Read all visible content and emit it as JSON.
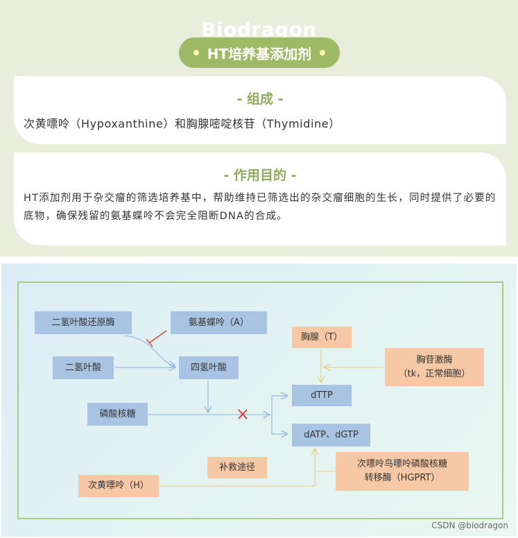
{
  "header": {
    "brand": "Biodragon",
    "title": "HT培养基添加剂"
  },
  "composition": {
    "heading": "- 组成 -",
    "text": "次黄嘌呤（Hypoxanthine）和胸腺嘧啶核苷（Thymidine）"
  },
  "purpose": {
    "heading": "- 作用目的 -",
    "text": "HT添加剂用于杂交瘤的筛选培养基中，帮助维持已筛选出的杂交瘤细胞的生长，同时提供了必要的底物，确保残留的氨基蝶呤不会完全阻断DNA的合成。"
  },
  "diagram": {
    "dhfr": "二氢叶酸还原酶",
    "aminopterin": "氨基蝶呤（A）",
    "dihydrofolate": "二氢叶酸",
    "tetrahydrofolate": "四氢叶酸",
    "ribose_phosphate": "磷酸核糖",
    "thymidine": "胸腺（T）",
    "tk": "胸苷激酶",
    "tk_note": "（tk，正常细胞）",
    "dttp": "dTTP",
    "datp_dgtp": "dATP、dGTP",
    "salvage": "补救途径",
    "hypoxanthine": "次黄嘌呤（H）",
    "hgprt_line1": "次嘌呤鸟嘌呤磷酸核糖",
    "hgprt_line2": "转移酶（HGPRT）"
  },
  "colors": {
    "accent_green": "#9fba67",
    "heading_green": "#8faa5a",
    "box_blue": "#a9c4e3",
    "box_peach": "#f6c8a6",
    "arrow_blue": "#9bbcdc",
    "arrow_yellow": "#e8dc9a",
    "inhibit_red": "#e03b3b"
  },
  "watermark": "CSDN @biodragon"
}
